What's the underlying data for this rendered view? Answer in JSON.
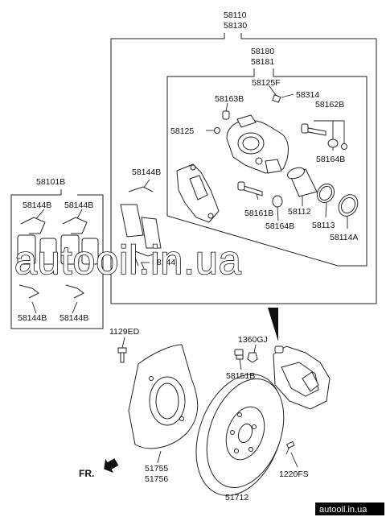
{
  "labels": {
    "l58110": "58110",
    "l58130": "58130",
    "l58180": "58180",
    "l58181": "58181",
    "l58125F": "58125F",
    "l58314": "58314",
    "l58163B": "58163B",
    "l58162B": "58162B",
    "l58125": "58125",
    "l58164B_a": "58164B",
    "l58101B": "58101B",
    "l58144B_pads": "58144B",
    "l58144B_tl": "58144B",
    "l58144B_tr": "58144B",
    "l58144B_mid": "58144B",
    "l58144B_bl": "58144B",
    "l58144B_br": "58144B",
    "l58161B": "58161B",
    "l58112": "58112",
    "l58113": "58113",
    "l58164B_b": "58164B",
    "l58114A": "58114A",
    "l1129ED": "1129ED",
    "l1360GJ": "1360GJ",
    "l58151B": "58151B",
    "l51755": "51755",
    "l51756": "51756",
    "l1220FS": "1220FS",
    "l51712": "51712",
    "fr": "FR."
  },
  "watermark": {
    "main": "autooil.in.ua",
    "corner": "autoоil.in.ua"
  }
}
